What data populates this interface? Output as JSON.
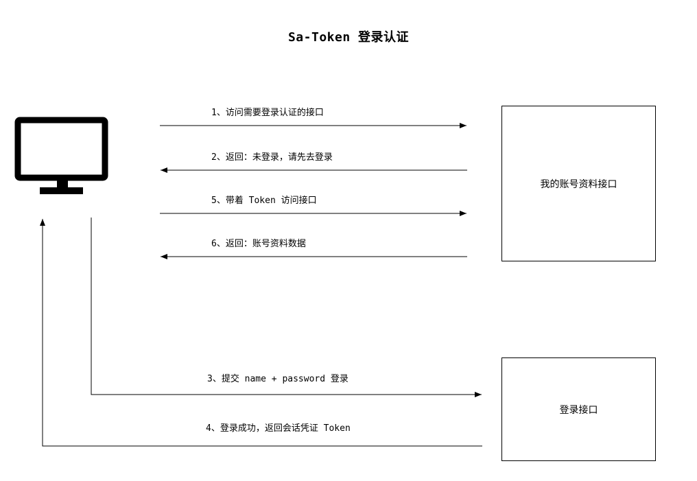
{
  "title": "Sa-Token 登录认证",
  "boxes": {
    "profile_api": "我的账号资料接口",
    "login_api": "登录接口"
  },
  "steps": {
    "s1": "1、访问需要登录认证的接口",
    "s2": "2、返回：未登录，请先去登录",
    "s3": "3、提交 name + password 登录",
    "s4": "4、登录成功，返回会话凭证 Token",
    "s5": "5、带着 Token 访问接口",
    "s6": "6、返回：账号资料数据"
  },
  "icons": {
    "client": "monitor-icon"
  }
}
